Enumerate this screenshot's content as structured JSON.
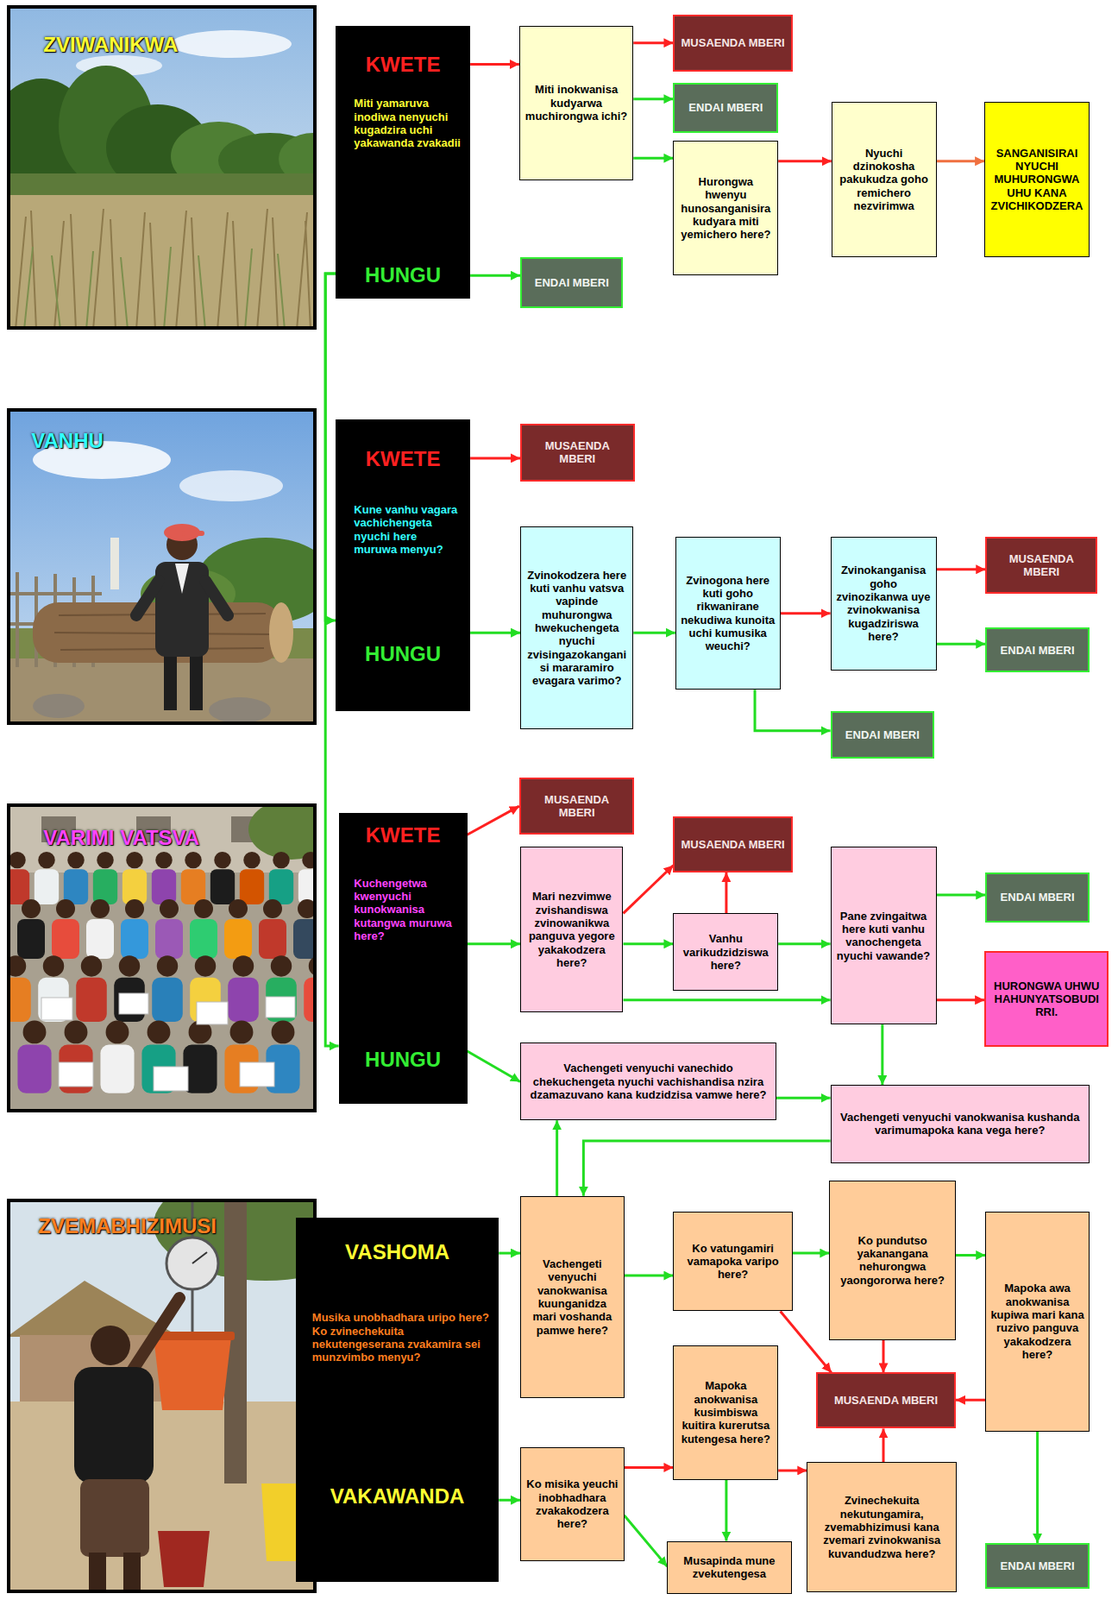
{
  "diagram": {
    "nodes": [
      {
        "text": [
          "ZVIWANIKWA"
        ]
      },
      {
        "text": [
          "KWETE",
          "Miti yamaruva inodiwa nenyuchi kugadzira uchi yakawanda zvakadii",
          "HUNGU"
        ]
      },
      {
        "text": [
          "MUSAENDA MBERI"
        ]
      },
      {
        "text": [
          "Miti inokwanisa kudyarwa muchirongwa ichi?"
        ]
      },
      {
        "text": [
          "ENDAI MBERI"
        ]
      },
      {
        "text": [
          "Hurongwa hwenyu hunosanganisira kudyara miti yemichero here?"
        ]
      },
      {
        "text": [
          "Nyuchi dzinokosha pakukudza goho remichero nezvirimwa"
        ]
      },
      {
        "text": [
          "SANGANISIRAI NYUCHI MUHURONGWA UHU KANA ZVICHIKODZERA"
        ]
      },
      {
        "text": [
          "ENDAI MBERI"
        ]
      },
      {
        "text": [
          "VANHU"
        ]
      },
      {
        "text": [
          "KWETE",
          "Kune vanhu vagara vachichengeta nyuchi here muruwa menyu?",
          "HUNGU"
        ]
      },
      {
        "text": [
          "MUSAENDA MBERI"
        ]
      },
      {
        "text": [
          "Zvinokodzera here kuti vanhu vatsva vapinde muhurongwa hwekuchengeta nyuchi zvisingazokanganisi mararamiro evagara varimo?"
        ]
      },
      {
        "text": [
          "Zvinogona here kuti goho rikwanirane nekudiwa kunoita uchi kumusika weuchi?"
        ]
      },
      {
        "text": [
          "Zvinokanganisa goho zvinozikanwa uye zvinokwanisa kugadziriswa here?"
        ]
      },
      {
        "text": [
          "MUSAENDA MBERI"
        ]
      },
      {
        "text": [
          "ENDAI MBERI"
        ]
      },
      {
        "text": [
          "ENDAI MBERI"
        ]
      },
      {
        "text": [
          "VARIMI VATSVA"
        ]
      },
      {
        "text": [
          "KWETE",
          "Kuchengetwa kwenyuchi kunokwanisa kutangwa muruwa here?",
          "HUNGU"
        ]
      },
      {
        "text": [
          "MUSAENDA MBERI"
        ]
      },
      {
        "text": [
          "Mari nezvimwe zvishandiswa zvinowanikwa panguva yegore yakakodzera here?"
        ]
      },
      {
        "text": [
          "MUSAENDA MBERI"
        ]
      },
      {
        "text": [
          "Vanhu varikudzidziswa here?"
        ]
      },
      {
        "text": [
          "Pane zvingaitwa here kuti vanhu vanochengeta nyuchi vawande?"
        ]
      },
      {
        "text": [
          "ENDAI MBERI"
        ]
      },
      {
        "text": [
          "HURONGWA UHWU HAHUNYATSOBUDIRRI."
        ]
      },
      {
        "text": [
          "Vachengeti venyuchi vanechido chekuchengeta nyuchi vachishandisa nzira dzamazuvano kana kudzidzisa vamwe here?"
        ]
      },
      {
        "text": [
          "Vachengeti venyuchi vanokwanisa kushanda varimumapoka kana vega here?"
        ]
      },
      {
        "text": [
          "ZVEMABHIZIMUSI"
        ]
      },
      {
        "text": [
          "VASHOMA",
          "Musika unobhadhara uripo here? Ko zvinechekuita nekutengeserana zvakamira sei munzvimbo menyu?",
          "VAKAWANDA"
        ]
      },
      {
        "text": [
          "Vachengeti venyuchi vanokwanisa kuunganidza mari voshanda pamwe here?"
        ]
      },
      {
        "text": [
          "Ko vatungamiri vamapoka varipo here?"
        ]
      },
      {
        "text": [
          "Ko pundutso yakanangana nehurongwa yaongororwa here?"
        ]
      },
      {
        "text": [
          "Mapoka awa anokwanisa kupiwa mari kana ruzivo panguva yakakodzera here?"
        ]
      },
      {
        "text": [
          "MUSAENDA MBERI"
        ]
      },
      {
        "text": [
          "Mapoka anokwanisa kusimbiswa kuitira kurerutsa kutengesa here?"
        ]
      },
      {
        "text": [
          "Ko misika yeuchi inobhadhara zvakakodzera here?"
        ]
      },
      {
        "text": [
          "Musapinda mune zvekutengesa"
        ]
      },
      {
        "text": [
          "Zvinechekuita nekutungamira, zvemabhizimusi kana zvemari zvinokwanisa kuvandudzwa here?"
        ]
      },
      {
        "text": [
          "ENDAI MBERI"
        ]
      }
    ],
    "edges": [
      {
        "from": 1,
        "to": 3,
        "arrow": "to"
      },
      {
        "from": 3,
        "to": 2,
        "arrow": "to"
      },
      {
        "from": 3,
        "to": 4,
        "arrow": "to"
      },
      {
        "from": 3,
        "to": 5,
        "arrow": "to"
      },
      {
        "from": 5,
        "to": 6,
        "arrow": "to"
      },
      {
        "from": 6,
        "to": 7,
        "arrow": "to"
      },
      {
        "from": 1,
        "to": 8,
        "arrow": "to"
      },
      {
        "from": 1,
        "to": 10,
        "arrow": "to"
      },
      {
        "from": 1,
        "to": 19,
        "arrow": "to"
      },
      {
        "from": 10,
        "to": 11,
        "arrow": "to"
      },
      {
        "from": 10,
        "to": 12,
        "arrow": "to"
      },
      {
        "from": 12,
        "to": 13,
        "arrow": "to"
      },
      {
        "from": 13,
        "to": 14,
        "arrow": "to"
      },
      {
        "from": 14,
        "to": 15,
        "arrow": "to"
      },
      {
        "from": 14,
        "to": 16,
        "arrow": "to"
      },
      {
        "from": 13,
        "to": 17,
        "arrow": "to"
      },
      {
        "from": 19,
        "to": 20,
        "arrow": "to"
      },
      {
        "from": 19,
        "to": 21,
        "arrow": "to"
      },
      {
        "from": 21,
        "to": 22,
        "arrow": "to"
      },
      {
        "from": 21,
        "to": 23,
        "arrow": "to"
      },
      {
        "from": 23,
        "to": 22,
        "arrow": "to"
      },
      {
        "from": 23,
        "to": 24,
        "arrow": "to"
      },
      {
        "from": 21,
        "to": 24,
        "arrow": "to"
      },
      {
        "from": 24,
        "to": 25,
        "arrow": "to"
      },
      {
        "from": 24,
        "to": 26,
        "arrow": "to"
      },
      {
        "from": 24,
        "to": 28,
        "arrow": "to"
      },
      {
        "from": 19,
        "to": 27,
        "arrow": "to"
      },
      {
        "from": 27,
        "to": 28,
        "arrow": "to"
      },
      {
        "from": 28,
        "to": 31,
        "arrow": "to"
      },
      {
        "from": 31,
        "to": 27,
        "arrow": "to"
      },
      {
        "from": 30,
        "to": 31,
        "arrow": "to"
      },
      {
        "from": 31,
        "to": 32,
        "arrow": "to"
      },
      {
        "from": 32,
        "to": 33,
        "arrow": "to"
      },
      {
        "from": 33,
        "to": 34,
        "arrow": "to"
      },
      {
        "from": 32,
        "to": 35,
        "arrow": "to"
      },
      {
        "from": 33,
        "to": 35,
        "arrow": "to"
      },
      {
        "from": 34,
        "to": 35,
        "arrow": "to"
      },
      {
        "from": 34,
        "to": 40,
        "arrow": "to"
      },
      {
        "from": 30,
        "to": 37,
        "arrow": "to"
      },
      {
        "from": 37,
        "to": 36,
        "arrow": "to"
      },
      {
        "from": 37,
        "to": 38,
        "arrow": "to"
      },
      {
        "from": 36,
        "to": 38,
        "arrow": "to"
      },
      {
        "from": 36,
        "to": 39,
        "arrow": "to"
      },
      {
        "from": 39,
        "to": 35,
        "arrow": "to"
      }
    ]
  }
}
